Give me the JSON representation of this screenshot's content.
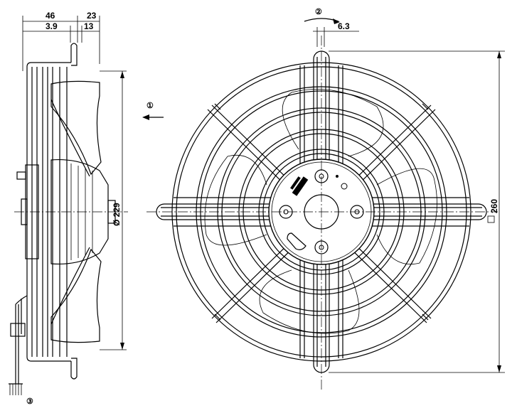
{
  "dimensions": {
    "depth_total": "46",
    "depth_upper": "23",
    "offset_small": "3.9",
    "offset_13": "13",
    "diameter": "Ø 229",
    "square": "260",
    "offset_rot": "6.3"
  },
  "callouts": {
    "airflow": "①",
    "rotation": "②",
    "cable": "③"
  },
  "colors": {
    "line": "#000000",
    "background": "#ffffff"
  }
}
